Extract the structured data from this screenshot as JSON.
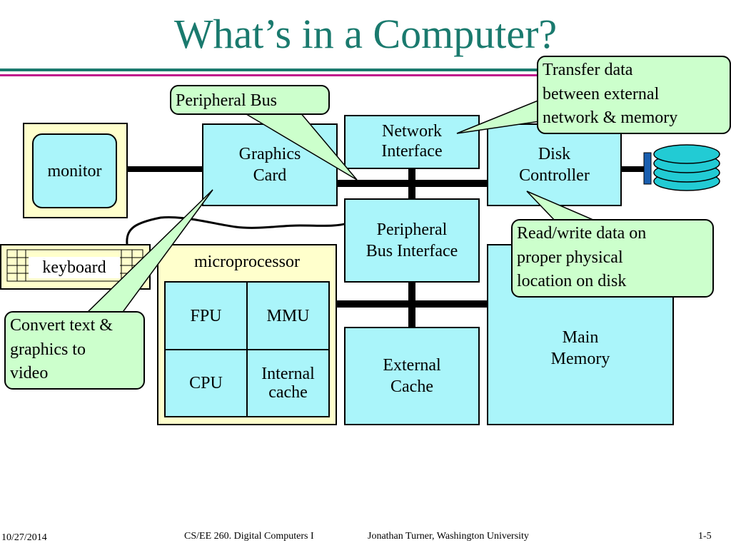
{
  "title": "What’s in a Computer?",
  "colors": {
    "title": "#1a7a6e",
    "rule_teal": "#1a7a6e",
    "rule_magenta": "#c0148c",
    "component": "#aaf5fa",
    "enclosure": "#ffffcc",
    "callout": "#ccffcc",
    "disk": "#22cbd4"
  },
  "components": {
    "monitor": "monitor",
    "keyboard": "keyboard",
    "graphics_card": [
      "Graphics",
      "Card"
    ],
    "network_interface": [
      "Network",
      "Interface"
    ],
    "disk_controller": [
      "Disk",
      "Controller"
    ],
    "peripheral_bus_interface": [
      "Peripheral",
      "Bus Interface"
    ],
    "microprocessor": "microprocessor",
    "fpu": "FPU",
    "mmu": "MMU",
    "cpu": "CPU",
    "internal_cache": [
      "Internal",
      "cache"
    ],
    "external_cache": [
      "External",
      "Cache"
    ],
    "main_memory": [
      "Main",
      "Memory"
    ]
  },
  "callouts": {
    "peripheral_bus": "Peripheral Bus",
    "transfer_data": [
      "Transfer data",
      "between external",
      "network & memory"
    ],
    "read_write": [
      "Read/write data on",
      "proper physical",
      "location on disk"
    ],
    "convert_text": [
      "Convert text &",
      "graphics to",
      "video"
    ]
  },
  "footer": {
    "date": "10/27/2014",
    "course": "CS/EE 260. Digital Computers I",
    "author": "Jonathan Turner, Washington University",
    "page": "1-5"
  }
}
